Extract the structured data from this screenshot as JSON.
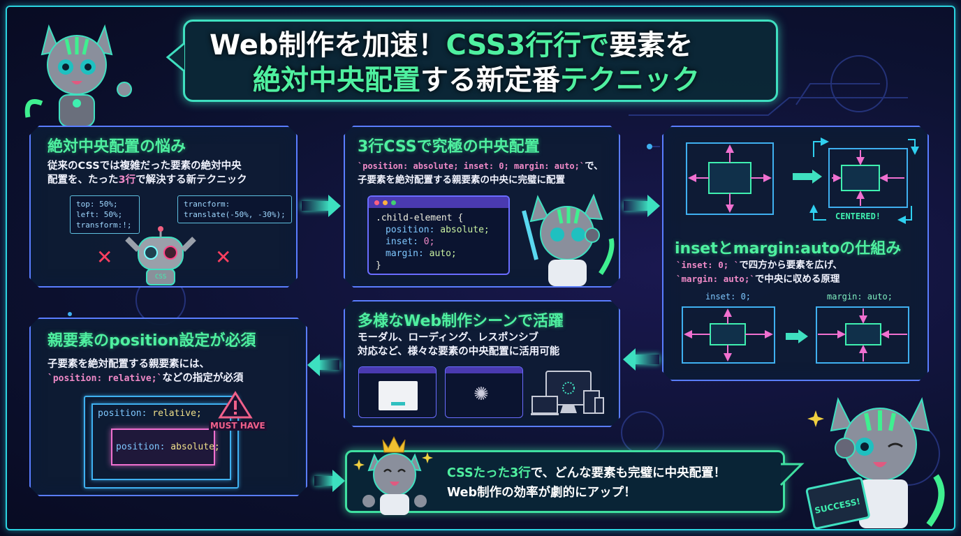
{
  "title": {
    "line1_white": "Web制作を加速！",
    "line1_green": "CSS3行行で",
    "line1_white2": "要素を",
    "line2_green": "絶対中央配置",
    "line2_white": "する新定番",
    "line2_green2": "テクニック"
  },
  "panels": {
    "problem": {
      "title": "絶対中央配置の悩み",
      "text_a": "従来のCSSでは複雑だった要素の絶対中央",
      "text_b1": "配置を、たった",
      "text_b_hl": "3行",
      "text_b2": "で解決する新テクニック",
      "code_left": [
        "top: 50%;",
        "left: 50%;",
        "transform:!;"
      ],
      "code_right": [
        "trancform:",
        "translate(-50%, -30%);"
      ],
      "robot_label": "CSS"
    },
    "solution": {
      "title": "3行CSSで究極の中央配置",
      "code_inline": "`position: absolute; inset: 0; margin: auto;`",
      "text_a_suffix": "で、",
      "text_b": "子要素を絶対配置する親要素の中央に完璧に配置",
      "code": {
        "selector": ".child-element {",
        "lines": [
          {
            "prop": "position:",
            "val": "absolute;"
          },
          {
            "prop": "inset:",
            "val": "0;"
          },
          {
            "prop": "margin:",
            "val": "auto;"
          }
        ],
        "close": "}"
      }
    },
    "mechanism": {
      "centered_label": "CENTERED!",
      "title": "insetとmargin:autoの仕組み",
      "code1": "`inset: 0; `",
      "text1": "で四方から要素を広げ、",
      "code2": "`margin: auto;`",
      "text2": "で中央に収める原理",
      "label_inset": "inset: 0;",
      "label_margin": "margin: auto;"
    },
    "usecases": {
      "title": "多様なWeb制作シーンで活躍",
      "text_a": "モーダル、ローディング、レスポンシブ",
      "text_b": "対応など、様々な要素の中央配置に活用可能"
    },
    "parent": {
      "title": "親要素のposition設定が必須",
      "text_a": "子要素を絶対配置する親要素には、",
      "code": "`position: relative;`",
      "text_b": "などの指定が必須",
      "outer_code_prop": "position:",
      "outer_code_val": "relative;",
      "inner_code_prop": "position:",
      "inner_code_val": "absolute;",
      "warning": "MUST HAVE"
    }
  },
  "conclusion": {
    "hl": "CSSたった3行",
    "line1": "で、どんな要素も完璧に中央配置！",
    "line2": "Web制作の効率が劇的にアップ！"
  },
  "mascot": {
    "badge": "SUCCESS!"
  },
  "colors": {
    "accent_green": "#4ff0a0",
    "accent_pink": "#f08ac8",
    "accent_cyan": "#2bd3e0",
    "panel_border": "#5a7dff",
    "background": "#0c1130"
  }
}
